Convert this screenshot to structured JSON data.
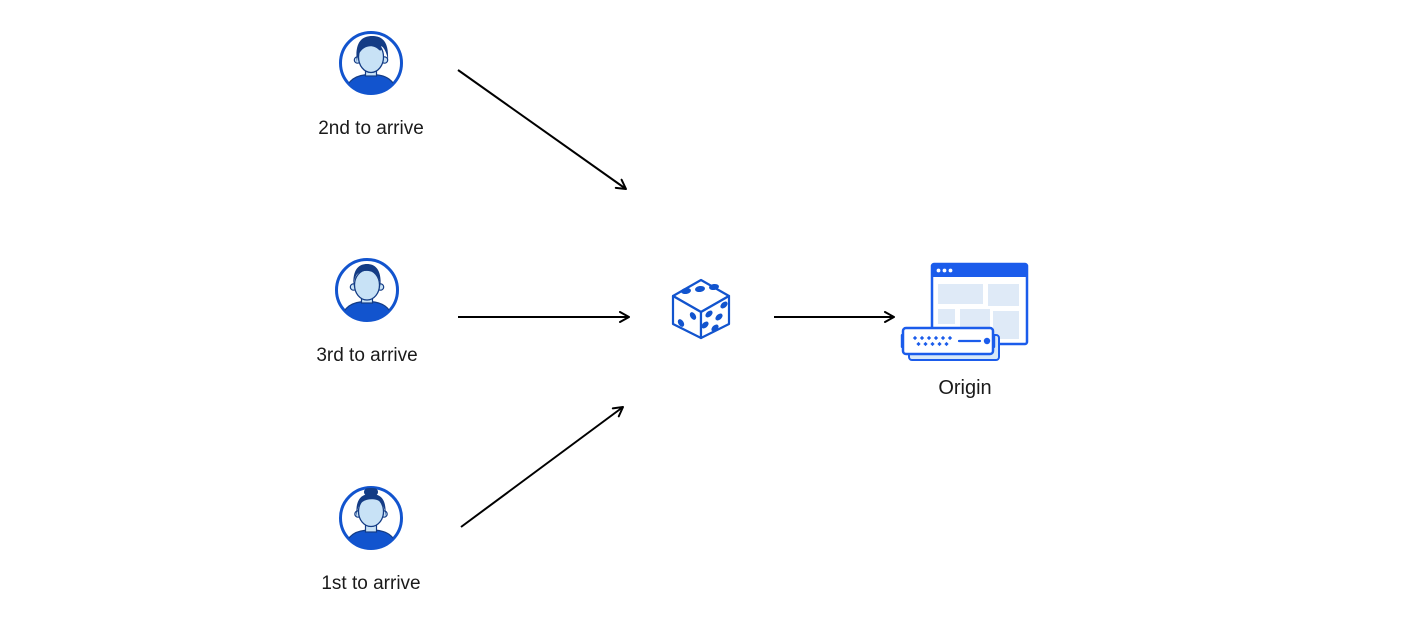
{
  "diagram": {
    "clients": [
      {
        "id": "client-2nd",
        "label": "2nd to arrive",
        "icon": "user-avatar-male-icon"
      },
      {
        "id": "client-3rd",
        "label": "3rd to arrive",
        "icon": "user-avatar-male-icon"
      },
      {
        "id": "client-1st",
        "label": "1st to arrive",
        "icon": "user-avatar-female-icon"
      }
    ],
    "selector": {
      "id": "dice",
      "icon": "dice-icon"
    },
    "origin": {
      "id": "origin",
      "label": "Origin",
      "icon": "origin-server-icon"
    },
    "edges": [
      {
        "from": "client-2nd",
        "to": "dice"
      },
      {
        "from": "client-3rd",
        "to": "dice"
      },
      {
        "from": "client-1st",
        "to": "dice"
      },
      {
        "from": "dice",
        "to": "origin"
      }
    ],
    "colors": {
      "blue": "#1254CE",
      "bright_blue": "#1B5CEB",
      "navy": "#143C85",
      "face": "#C8E2F6",
      "pale": "#DFEAF7",
      "server_base": "#D8E8F8",
      "text": "#1A1A1A",
      "arrow": "#000000",
      "background": "#FFFFFF"
    }
  }
}
